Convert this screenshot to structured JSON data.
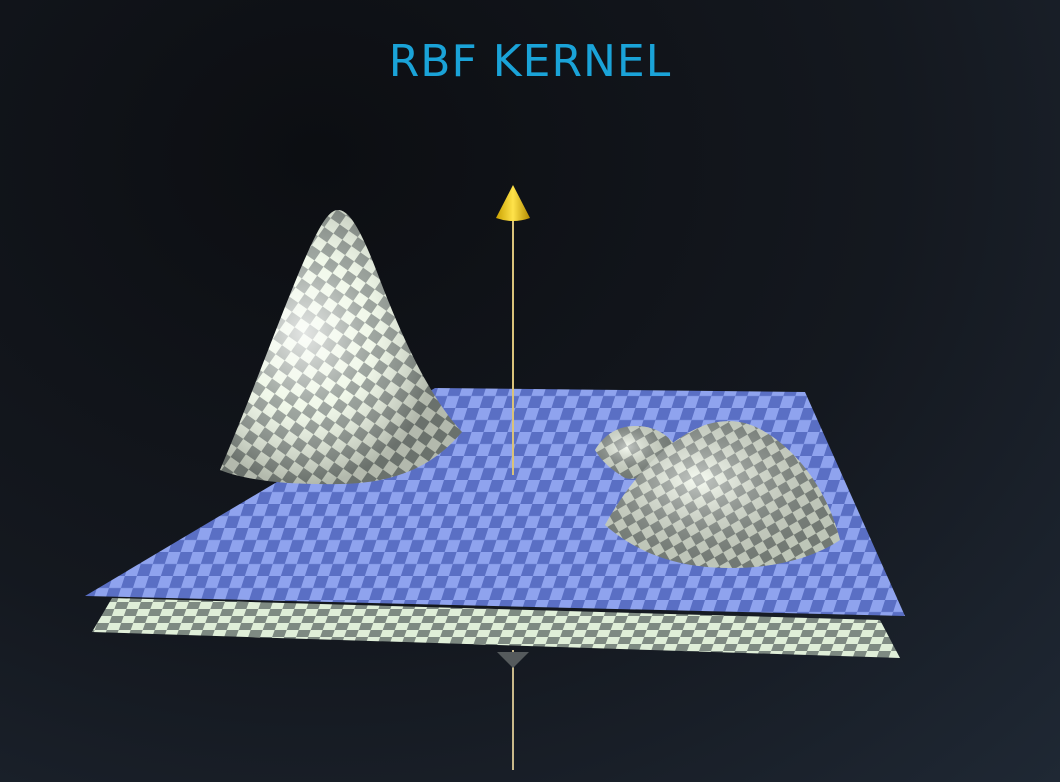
{
  "title": "RBF KERNEL",
  "colors": {
    "title": "#1aa3d8",
    "plane_light": "#8fa3ee",
    "plane_dark": "#5a6fc4",
    "surface_light": "#eef7e6",
    "surface_dark": "#8e9790",
    "axis_arrow": "#f0c808"
  },
  "scene": {
    "description_elements": [
      "upper-plane",
      "lower-plane",
      "large-peak",
      "small-peak",
      "medium-peak",
      "vertical-axis"
    ]
  }
}
